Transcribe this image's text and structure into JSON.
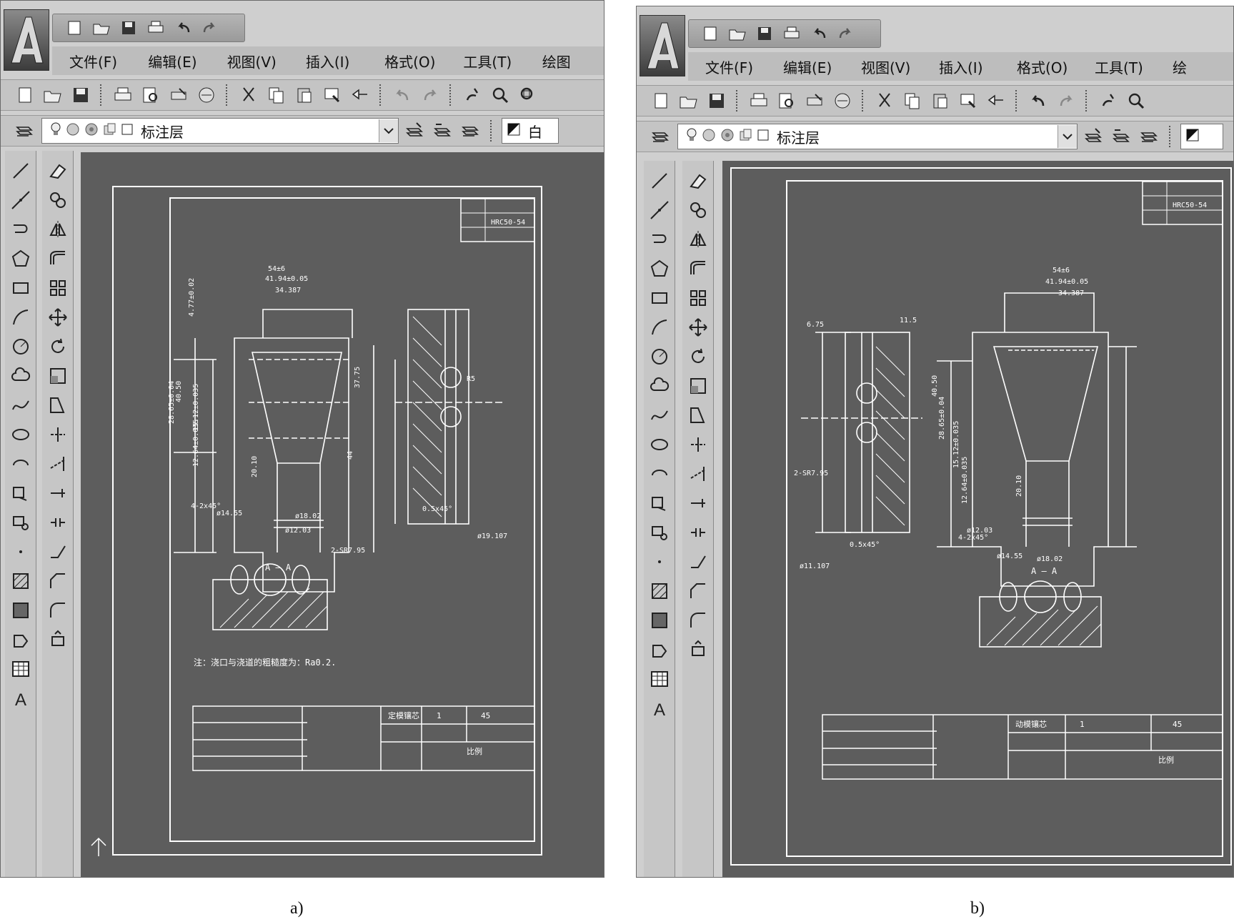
{
  "panels": [
    {
      "id": "a",
      "caption": "a)",
      "menus": [
        "文件(F)",
        "编辑(E)",
        "视图(V)",
        "插入(I)",
        "格式(O)",
        "工具(T)",
        "绘图"
      ],
      "layer": {
        "name": "标注层",
        "color_label": "白"
      },
      "drawing": {
        "note": "注：浇口与浇道的粗糙度为：Ra0.2.",
        "section_label": "A — A",
        "title_block": {
          "part_name": "定模镶芯",
          "quantity": "1",
          "material": "45",
          "scale_label": "比例"
        },
        "top_right_box": {
          "label": "HRC50-54"
        },
        "dims": [
          "54±6",
          "41.94±0.05",
          "34.387",
          "4.77±0.02",
          "28.65±0.04",
          "40.50",
          "15.12±0.035",
          "12.64±0.035",
          "20.10",
          "ø14.55",
          "ø12.03",
          "ø18.02",
          "2-SR7.95",
          "4-2x45°",
          "37.75",
          "44",
          "R5",
          "0.5x45°",
          "ø19.107"
        ]
      }
    },
    {
      "id": "b",
      "caption": "b)",
      "menus": [
        "文件(F)",
        "编辑(E)",
        "视图(V)",
        "插入(I)",
        "格式(O)",
        "工具(T)",
        "绘"
      ],
      "layer": {
        "name": "标注层",
        "color_label": ""
      },
      "drawing": {
        "note": "",
        "section_label": "A — A",
        "title_block": {
          "part_name": "动模镶芯",
          "quantity": "1",
          "material": "45",
          "scale_label": "比例"
        },
        "top_right_box": {
          "label": "HRC50-54"
        },
        "dims": [
          "54±6",
          "41.94±0.05",
          "34.387",
          "2-SR7.95",
          "4-2x45°",
          "ø12.03",
          "ø18.02",
          "ø14.55",
          "20.10",
          "6.75",
          "11.5",
          "0.5x45°",
          "ø11.107",
          "15.12±0.035",
          "12.64±0.035",
          "28.65±0.04",
          "40.50"
        ]
      }
    }
  ],
  "icons": {
    "quick_access": [
      "new-icon",
      "open-icon",
      "save-icon",
      "print-icon",
      "undo-icon",
      "redo-icon"
    ],
    "standard_toolbar": [
      "new-icon",
      "open-icon",
      "save-icon",
      "print-icon",
      "preview-icon",
      "plot-icon",
      "publish-icon",
      "cut-icon",
      "copy-icon",
      "paste-icon",
      "match-icon",
      "block-icon",
      "undo-icon",
      "redo-icon",
      "pan-icon",
      "zoom-icon",
      "zoom-window-icon"
    ],
    "draw_toolbar": [
      "line-icon",
      "xline-icon",
      "pline-icon",
      "polygon-icon",
      "rectangle-icon",
      "arc-icon",
      "circle-icon",
      "cloud-icon",
      "spline-icon",
      "ellipse-icon",
      "ellipse-arc-icon",
      "insert-block-icon",
      "make-block-icon",
      "point-icon",
      "hatch-icon",
      "gradient-icon",
      "region-icon",
      "table-icon",
      "mtext-icon"
    ],
    "modify_toolbar": [
      "erase-icon",
      "copy-object-icon",
      "mirror-icon",
      "offset-icon",
      "array-icon",
      "move-icon",
      "rotate-icon",
      "scale-icon",
      "stretch-icon",
      "trim-icon",
      "extend-icon",
      "break-point-icon",
      "break-icon",
      "join-icon",
      "chamfer-icon",
      "fillet-icon",
      "explode-icon"
    ]
  }
}
